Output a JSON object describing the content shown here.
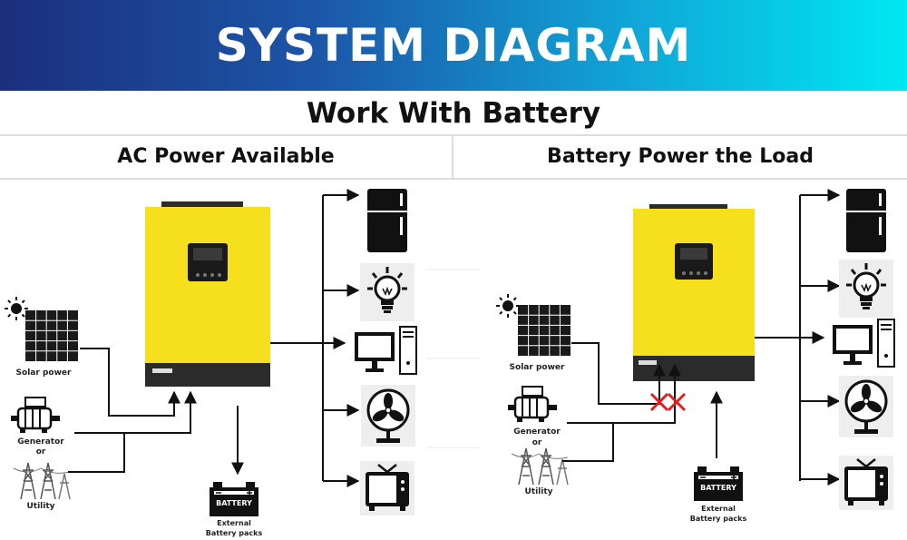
{
  "header": {
    "title": "SYSTEM DIAGRAM",
    "subtitle": "Work With Battery"
  },
  "panels": [
    {
      "heading": "AC Power Available",
      "labels": {
        "solar": "Solar power",
        "generator": "Generator",
        "or": "or",
        "utility": "Utility",
        "battery_text": "BATTERY",
        "battery_line1": "External",
        "battery_line2": "Battery packs"
      },
      "inverter": {
        "body_color": "#f6df1c",
        "base_color": "#2b2b2b"
      },
      "loads": [
        "fridge-icon",
        "bulb-icon",
        "computer-icon",
        "fan-icon",
        "tv-icon"
      ]
    },
    {
      "heading": "Battery Power the Load",
      "labels": {
        "solar": "Solar power",
        "generator": "Generator",
        "or": "or",
        "utility": "Utility",
        "battery_text": "BATTERY",
        "battery_line1": "External",
        "battery_line2": "Battery packs"
      },
      "inverter": {
        "body_color": "#f6df1c",
        "base_color": "#2b2b2b"
      },
      "blocked_marker_color": "#e02020",
      "loads": [
        "fridge-icon",
        "bulb-icon",
        "computer-icon",
        "fan-icon",
        "tv-icon"
      ]
    }
  ]
}
